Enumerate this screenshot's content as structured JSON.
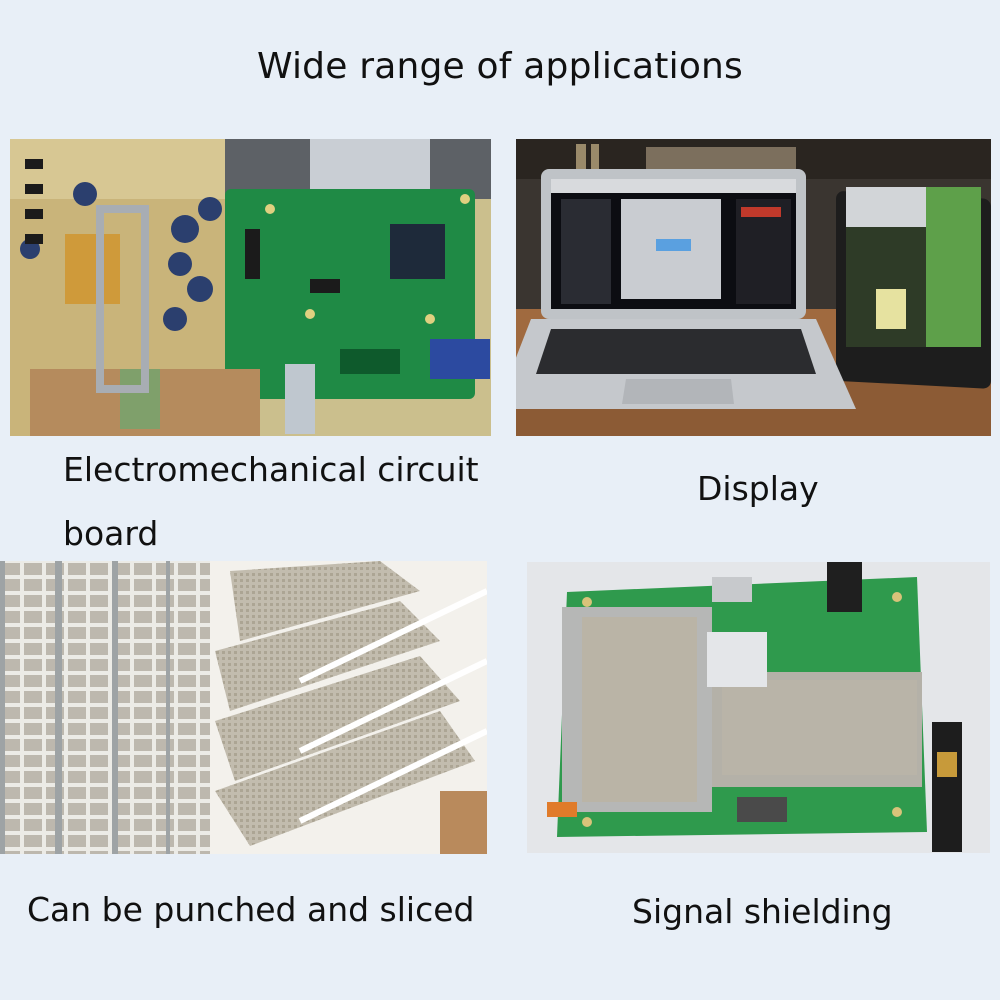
{
  "title": "Wide range of applications",
  "panels": [
    {
      "caption": "Electromechanical circuit board",
      "icon": "circuit-board-photo"
    },
    {
      "caption": "Display",
      "icon": "laptop-tablet-photo"
    },
    {
      "caption": "Can be punched and sliced",
      "icon": "die-cut-sheets-photo"
    },
    {
      "caption": "Signal shielding",
      "icon": "shielded-pcb-photo"
    }
  ],
  "colors": {
    "background": "#e8eff7",
    "pcb_green": "#1f8a45",
    "shield_gray": "#b8b3a8"
  }
}
